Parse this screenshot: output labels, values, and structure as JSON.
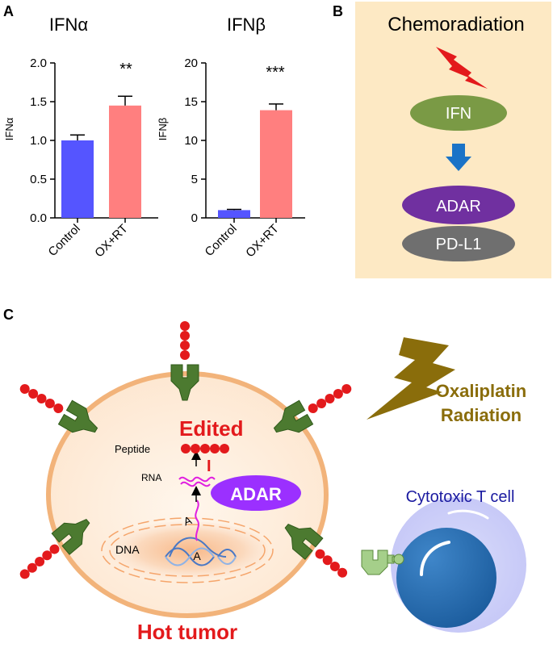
{
  "panel_labels": {
    "a": "A",
    "b": "B",
    "c": "C"
  },
  "colors": {
    "control_bar": "#5555ff",
    "treat_bar": "#ff7f7f",
    "ifn_ellipse": "#7a9a45",
    "adar": "#7030a0",
    "pdl1": "#6f6f6f",
    "panel_b_bg": "#fde9c4",
    "edited_text": "#e31a1c",
    "hot_tumor_text": "#e31a1c",
    "treatment_text": "#8a6d0b",
    "tcell_text": "#1a1aa0",
    "peptide": "#e31a1c",
    "receptor": "#4c7a30"
  },
  "chart_data": [
    {
      "type": "bar",
      "title": "IFNα",
      "ylabel": "IFNα",
      "xlabel": "",
      "categories": [
        "Control",
        "OX+RT"
      ],
      "values": [
        1.0,
        1.45
      ],
      "errors": [
        0.07,
        0.12
      ],
      "ylim": [
        0,
        2.0
      ],
      "yticks": [
        "0.0",
        "0.5",
        "1.0",
        "1.5",
        "2.0"
      ],
      "significance": "**"
    },
    {
      "type": "bar",
      "title": "IFNβ",
      "ylabel": "IFNβ",
      "xlabel": "",
      "categories": [
        "Control",
        "OX+RT"
      ],
      "values": [
        1.0,
        13.9
      ],
      "errors": [
        0.1,
        0.8
      ],
      "ylim": [
        0,
        20
      ],
      "yticks": [
        "0",
        "5",
        "10",
        "15",
        "20"
      ],
      "significance": "***"
    }
  ],
  "panel_b": {
    "title": "Chemoradiation",
    "ifn": "IFN",
    "adar": "ADAR",
    "pdl1": "PD-L1"
  },
  "panel_c": {
    "edited": "Edited",
    "peptide": "Peptide",
    "rna": "RNA",
    "dna": "DNA",
    "adar": "ADAR",
    "inosine": "I",
    "adenosine_top": "A",
    "adenosine_bottom": "A",
    "treatment_line1": "Oxaliplatin",
    "treatment_line2": "Radiation",
    "tcell": "Cytotoxic T cell",
    "hot_tumor": "Hot tumor"
  }
}
